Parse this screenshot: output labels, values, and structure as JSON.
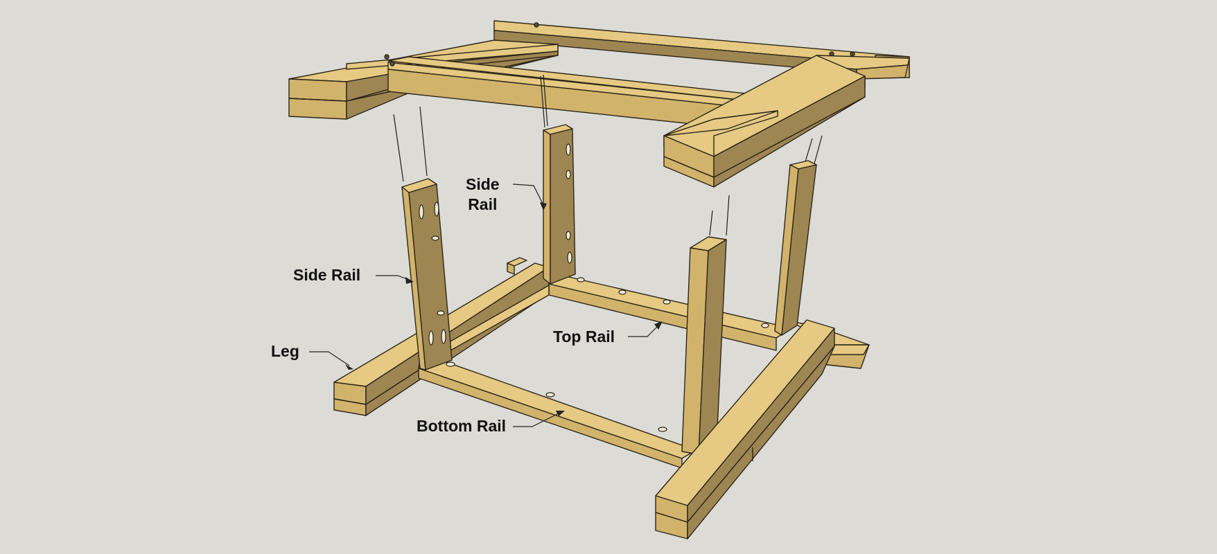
{
  "labels": {
    "side_rail_back": {
      "line1": "Side",
      "line2": "Rail"
    },
    "side_rail_left": "Side Rail",
    "leg": "Leg",
    "top_rail": "Top Rail",
    "bottom_rail": "Bottom Rail"
  },
  "colors": {
    "background": "#dcdbd6",
    "wood_light": "#e6c982",
    "wood_mid": "#d2b36c",
    "wood_dark": "#9e8653",
    "wood_shadow": "#8b744a",
    "outline": "#2b2418",
    "slot": "#f1ead6"
  }
}
